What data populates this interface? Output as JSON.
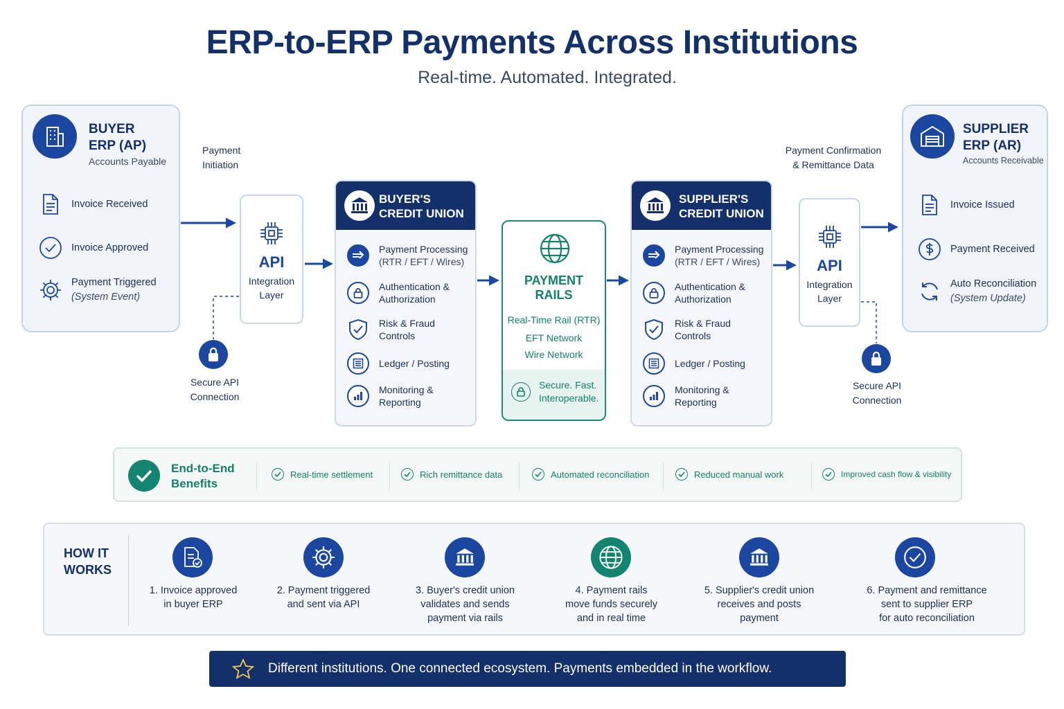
{
  "header": {
    "title": "ERP-to-ERP Payments Across Institutions",
    "subtitle": "Real-time. Automated. Integrated."
  },
  "buyer_erp": {
    "title_line1": "BUYER",
    "title_line2": "ERP (AP)",
    "subtitle": "Accounts Payable",
    "items": [
      {
        "label": "Invoice Received",
        "icon": "document-icon"
      },
      {
        "label": "Invoice Approved",
        "icon": "check-circle-icon"
      },
      {
        "label": "Payment Triggered",
        "sub": "(System Event)",
        "icon": "gear-icon"
      }
    ]
  },
  "supplier_erp": {
    "title_line1": "SUPPLIER",
    "title_line2": "ERP (AR)",
    "subtitle": "Accounts Receivable",
    "items": [
      {
        "label": "Invoice Issued",
        "icon": "document-icon"
      },
      {
        "label": "Payment Received",
        "icon": "dollar-icon"
      },
      {
        "label": "Auto Reconciliation",
        "sub": "(System Update)",
        "icon": "sync-icon"
      }
    ]
  },
  "labels": {
    "payment_initiation_1": "Payment",
    "payment_initiation_2": "Initiation",
    "confirmation_1": "Payment Confirmation",
    "confirmation_2": "& Remittance Data"
  },
  "api_left": {
    "title": "API",
    "sub1": "Integration",
    "sub2": "Layer"
  },
  "api_right": {
    "title": "API",
    "sub1": "Integration",
    "sub2": "Layer"
  },
  "secure_left": {
    "line1": "Secure API",
    "line2": "Connection"
  },
  "secure_right": {
    "line1": "Secure API",
    "line2": "Connection"
  },
  "buyer_cu": {
    "title_line1": "BUYER'S",
    "title_line2": "CREDIT UNION",
    "rows": [
      {
        "line1": "Payment Processing",
        "line2": "(RTR / EFT / Wires)"
      },
      {
        "line1": "Authentication &",
        "line2": "Authorization"
      },
      {
        "line1": "Risk & Fraud",
        "line2": "Controls"
      },
      {
        "line1": "Ledger / Posting",
        "line2": ""
      },
      {
        "line1": "Monitoring &",
        "line2": "Reporting"
      }
    ]
  },
  "supplier_cu": {
    "title_line1": "SUPPLIER'S",
    "title_line2": "CREDIT UNION",
    "rows": [
      {
        "line1": "Payment Processing",
        "line2": "(RTR / EFT / Wires)"
      },
      {
        "line1": "Authentication &",
        "line2": "Authorization"
      },
      {
        "line1": "Risk & Fraud",
        "line2": "Controls"
      },
      {
        "line1": "Ledger / Posting",
        "line2": ""
      },
      {
        "line1": "Monitoring &",
        "line2": "Reporting"
      }
    ]
  },
  "rails": {
    "title_line1": "PAYMENT",
    "title_line2": "RAILS",
    "items": [
      "Real-Time Rail (RTR)",
      "EFT Network",
      "Wire Network"
    ],
    "foot_line1": "Secure. Fast.",
    "foot_line2": "Interoperable."
  },
  "benefits": {
    "title_line1": "End-to-End",
    "title_line2": "Benefits",
    "items": [
      "Real-time settlement",
      "Rich remittance data",
      "Automated reconciliation",
      "Reduced manual work",
      "Improved cash flow & visibility"
    ]
  },
  "how": {
    "title_line1": "HOW IT",
    "title_line2": "WORKS",
    "steps": [
      {
        "l1": "1.  Invoice approved",
        "l2": "in buyer ERP",
        "l3": ""
      },
      {
        "l1": "2.  Payment triggered",
        "l2": "and sent via API",
        "l3": ""
      },
      {
        "l1": "3.  Buyer's credit union",
        "l2": "validates and sends",
        "l3": "payment via rails"
      },
      {
        "l1": "4.  Payment rails",
        "l2": "move funds securely",
        "l3": "and in real time"
      },
      {
        "l1": "5.  Supplier's credit union",
        "l2": "receives and posts",
        "l3": "payment"
      },
      {
        "l1": "6.  Payment and remittance",
        "l2": "sent to supplier ERP",
        "l3": "for auto reconciliation"
      }
    ]
  },
  "banner": {
    "text": "Different institutions. One connected ecosystem. Payments embedded in the workflow."
  },
  "colors": {
    "navy": "#13306a",
    "blue": "#1b47a1",
    "green": "#13806a"
  }
}
